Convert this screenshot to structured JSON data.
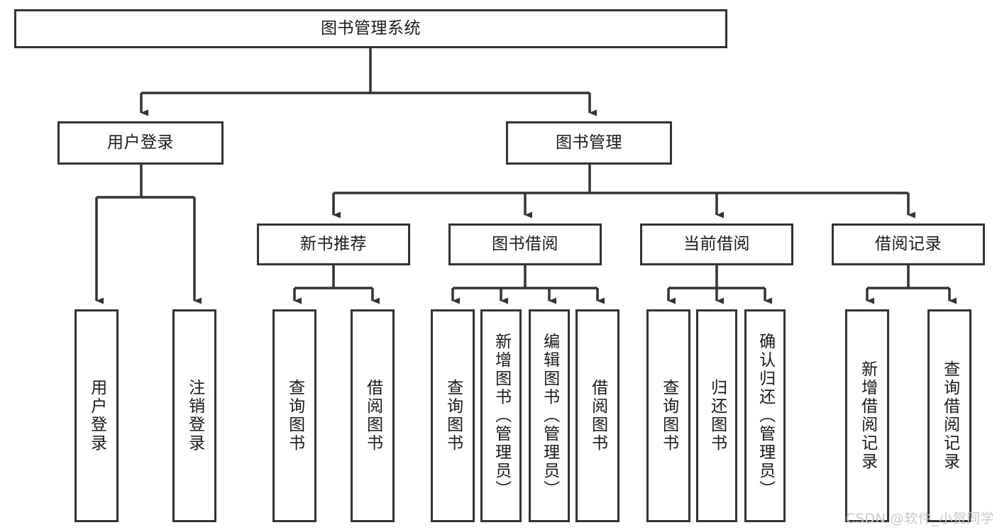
{
  "diagram": {
    "title": "图书管理系统",
    "type": "tree-hierarchy-chart",
    "orientation": "top-down",
    "colors": {
      "box_border": "#333333",
      "box_fill": "#ffffff",
      "connector": "#333333",
      "text": "#1a1a1a",
      "watermark": "#c9c9c9",
      "background": "#ffffff"
    },
    "root": {
      "label": "图书管理系统"
    },
    "level2": [
      {
        "label": "用户登录"
      },
      {
        "label": "图书管理"
      }
    ],
    "level3": [
      {
        "label": "新书推荐"
      },
      {
        "label": "图书借阅"
      },
      {
        "label": "当前借阅"
      },
      {
        "label": "借阅记录"
      }
    ],
    "leaves": {
      "user_login": [
        {
          "label": "用户登录"
        },
        {
          "label": "注销登录"
        }
      ],
      "new_book_recommend": [
        {
          "label": "查询图书"
        },
        {
          "label": "借阅图书"
        }
      ],
      "book_borrow": [
        {
          "label": "查询图书"
        },
        {
          "label": "新增图书（管理员）"
        },
        {
          "label": "编辑图书（管理员）"
        },
        {
          "label": "借阅图书"
        }
      ],
      "current_borrow": [
        {
          "label": "查询图书"
        },
        {
          "label": "归还图书"
        },
        {
          "label": "确认归还（管理员）"
        }
      ],
      "borrow_record": [
        {
          "label": "新增借阅记录"
        },
        {
          "label": "查询借阅记录"
        }
      ]
    },
    "watermark": "CSDN @软件_小贺同学"
  }
}
